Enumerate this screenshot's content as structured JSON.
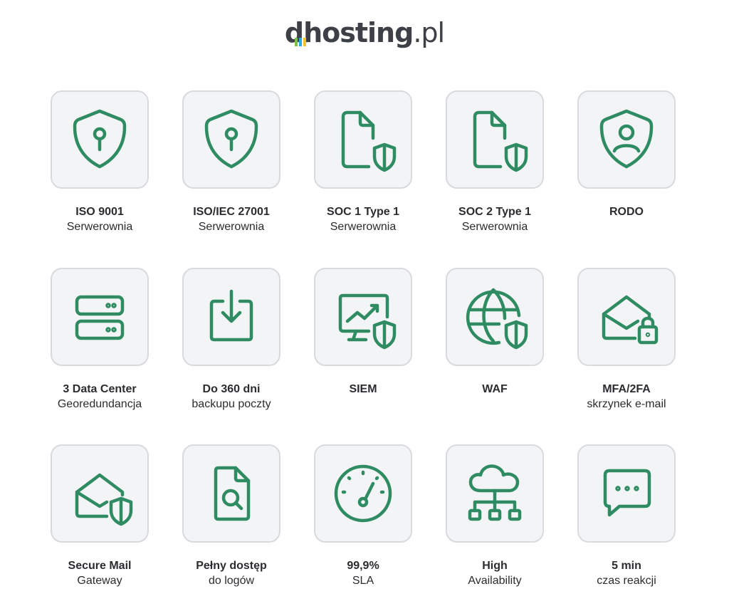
{
  "brand": {
    "logo_text": "dhosting",
    "logo_tld": ".pl",
    "bar_colors": [
      "#7ac143",
      "#29a9e0",
      "#f2c230"
    ]
  },
  "accent": "#2e8b62",
  "items": [
    {
      "icon": "shield-keyhole-icon",
      "title": "ISO 9001",
      "subtitle": "Serwerownia"
    },
    {
      "icon": "shield-keyhole-icon",
      "title": "ISO/IEC 27001",
      "subtitle": "Serwerownia"
    },
    {
      "icon": "document-shield-icon",
      "title": "SOC 1 Type 1",
      "subtitle": "Serwerownia"
    },
    {
      "icon": "document-shield-icon",
      "title": "SOC 2 Type 1",
      "subtitle": "Serwerownia"
    },
    {
      "icon": "shield-user-icon",
      "title": "RODO",
      "subtitle": ""
    },
    {
      "icon": "server-stack-icon",
      "title": "3 Data Center",
      "subtitle": "Georedundancja"
    },
    {
      "icon": "download-tray-icon",
      "title": "Do 360 dni",
      "subtitle": "backupu poczty"
    },
    {
      "icon": "monitor-chart-shield-icon",
      "title": "SIEM",
      "subtitle": ""
    },
    {
      "icon": "globe-shield-icon",
      "title": "WAF",
      "subtitle": ""
    },
    {
      "icon": "mail-lock-icon",
      "title": "MFA/2FA",
      "subtitle": "skrzynek e-mail"
    },
    {
      "icon": "mail-shield-icon",
      "title": "Secure Mail",
      "subtitle": "Gateway"
    },
    {
      "icon": "document-search-icon",
      "title": "Pełny dostęp",
      "subtitle": "do logów"
    },
    {
      "icon": "gauge-icon",
      "title": "99,9%",
      "subtitle": "SLA"
    },
    {
      "icon": "cloud-network-icon",
      "title": "High",
      "subtitle": "Availability"
    },
    {
      "icon": "chat-bubble-icon",
      "title": "5 min",
      "subtitle": "czas reakcji"
    }
  ]
}
